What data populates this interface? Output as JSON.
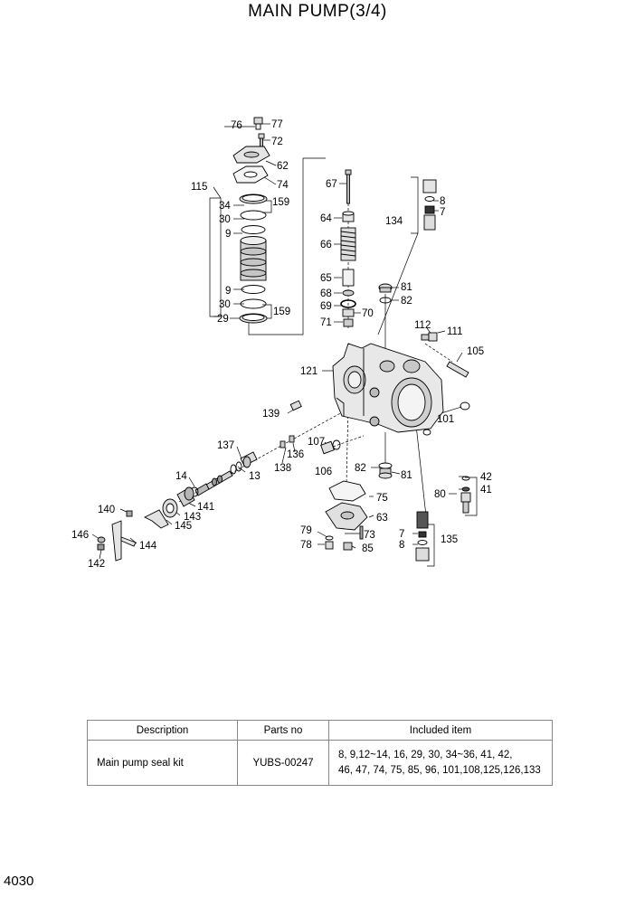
{
  "page": {
    "title": "MAIN PUMP(3/4)",
    "page_number": "4030"
  },
  "callouts": [
    "76",
    "77",
    "72",
    "62",
    "74",
    "115",
    "34",
    "159",
    "30",
    "9",
    "9",
    "30",
    "159",
    "29",
    "67",
    "64",
    "66",
    "65",
    "68",
    "69",
    "70",
    "71",
    "8",
    "7",
    "134",
    "81",
    "82",
    "112",
    "111",
    "105",
    "121",
    "139",
    "101",
    "137",
    "107",
    "106",
    "14",
    "138",
    "136",
    "13",
    "82",
    "81",
    "42",
    "41",
    "80",
    "140",
    "141",
    "143",
    "145",
    "146",
    "144",
    "142",
    "75",
    "63",
    "79",
    "78",
    "73",
    "85",
    "7",
    "8",
    "135"
  ],
  "table": {
    "headers": [
      "Description",
      "Parts no",
      "Included item"
    ],
    "rows": [
      {
        "description": "Main pump seal kit",
        "parts_no": "YUBS-00247",
        "included_line1": "8, 9,12~14, 16, 29, 30, 34~36, 41, 42,",
        "included_line2": "46, 47, 74, 75, 85, 96, 101,108,125,126,133"
      }
    ]
  }
}
